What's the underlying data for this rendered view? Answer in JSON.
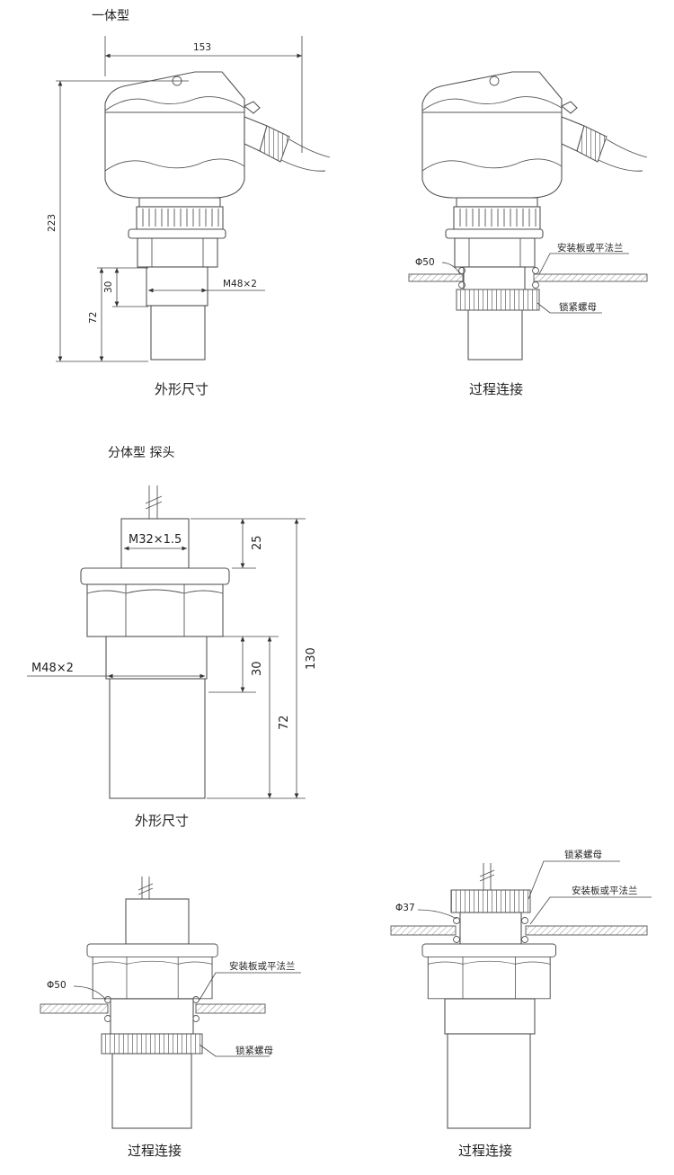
{
  "section_integrated": {
    "title": "一体型",
    "dimensions": {
      "width": "153",
      "height": "223",
      "probe_length": "72",
      "thread_length": "30",
      "thread": "M48×2"
    },
    "caption_dimensions": "外形尺寸",
    "caption_connection": "过程连接",
    "labels": {
      "mounting_plate": "安装板或平法兰",
      "diameter": "Φ50",
      "lock_nut": "锁紧螺母"
    }
  },
  "section_split": {
    "title": "分体型  探头",
    "dimensions": {
      "top_thread": "M32×1.5",
      "top_length": "25",
      "thread": "M48×2",
      "thread_length": "30",
      "probe_length": "72",
      "total_length": "130"
    },
    "caption_dimensions": "外形尺寸",
    "connection_a": {
      "caption": "过程连接",
      "mounting_plate": "安装板或平法兰",
      "diameter": "Φ50",
      "lock_nut": "锁紧螺母"
    },
    "connection_b": {
      "caption": "过程连接",
      "mounting_plate": "安装板或平法兰",
      "diameter": "Φ37",
      "lock_nut": "锁紧螺母"
    }
  }
}
